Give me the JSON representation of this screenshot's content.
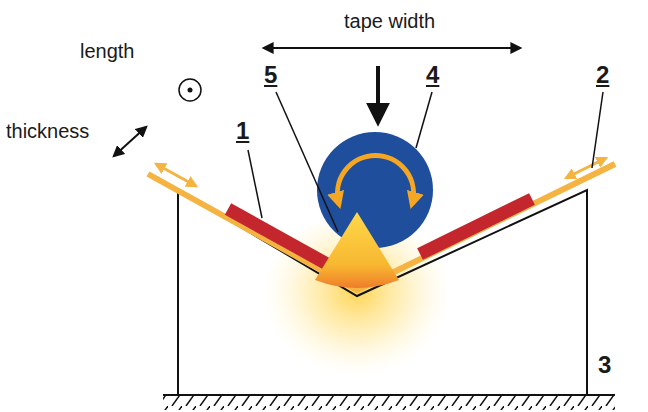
{
  "diagram": {
    "labels": [
      "tape width",
      "length",
      "thickness",
      "1",
      "2",
      "3",
      "4",
      "5"
    ]
  }
}
